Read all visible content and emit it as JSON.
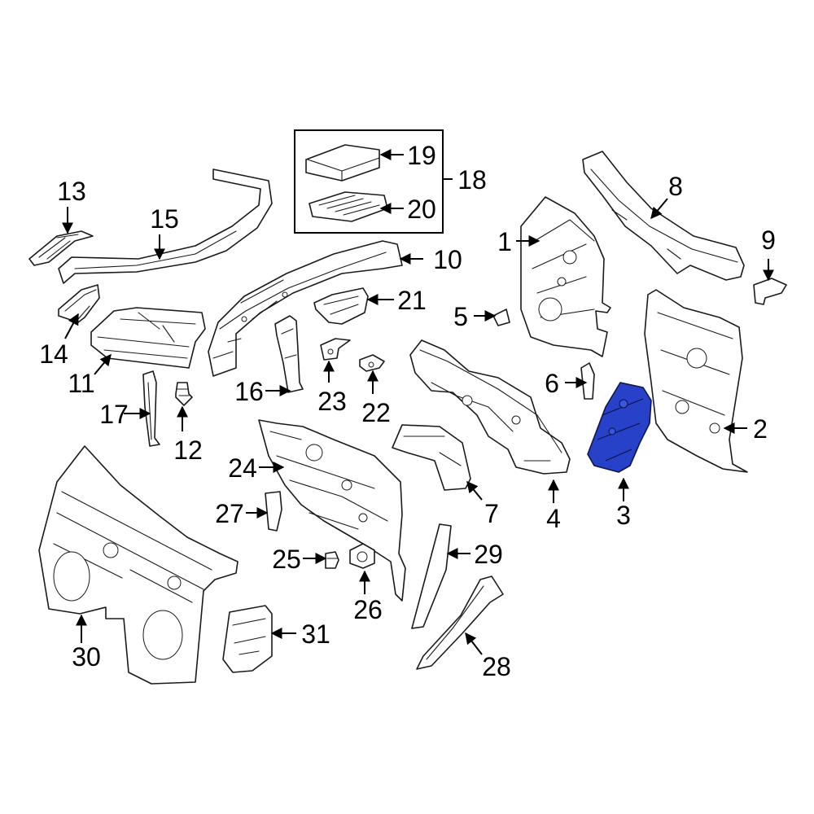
{
  "diagram": {
    "highlight_color": "#2741c9",
    "callouts": {
      "c1": "1",
      "c2": "2",
      "c3": "3",
      "c4": "4",
      "c5": "5",
      "c6": "6",
      "c7": "7",
      "c8": "8",
      "c9": "9",
      "c10": "10",
      "c11": "11",
      "c12": "12",
      "c13": "13",
      "c14": "14",
      "c15": "15",
      "c16": "16",
      "c17": "17",
      "c18": "18",
      "c19": "19",
      "c20": "20",
      "c21": "21",
      "c22": "22",
      "c23": "23",
      "c24": "24",
      "c25": "25",
      "c26": "26",
      "c27": "27",
      "c28": "28",
      "c29": "29",
      "c30": "30",
      "c31": "31"
    }
  }
}
